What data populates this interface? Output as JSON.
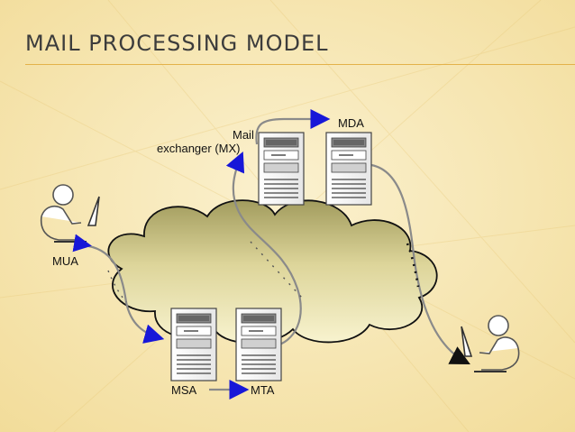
{
  "slide": {
    "title": "MAIL PROCESSING MODEL"
  },
  "labels": {
    "mda": "MDA",
    "mail": "Mail",
    "exchanger": "exchanger (MX)",
    "mua": "MUA",
    "msa": "MSA",
    "mta": "MTA"
  },
  "colors": {
    "background": "#f7e7b4",
    "cloud_fill": "#e7e0a0",
    "arrow_blue": "#1717d8",
    "flow_gray": "#8a8a8a",
    "accent_line": "#e3b24a"
  },
  "icons": [
    "user-at-computer-icon",
    "server-icon",
    "cloud-icon"
  ]
}
